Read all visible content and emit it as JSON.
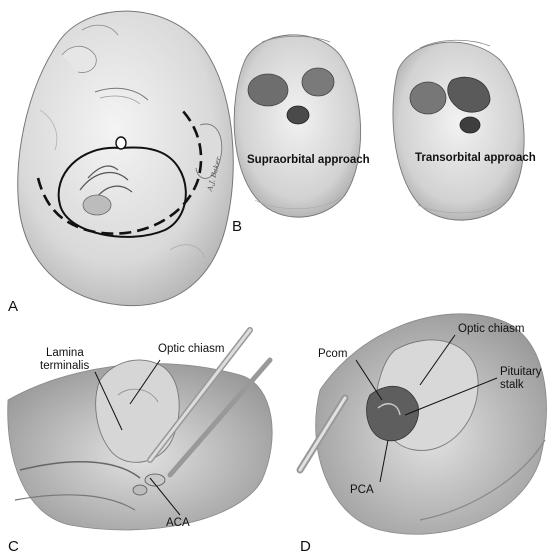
{
  "panels": {
    "a": {
      "letter": "A"
    },
    "b": {
      "letter": "B",
      "approaches": [
        "Supraorbital approach",
        "Transorbital approach"
      ]
    },
    "c": {
      "letter": "C",
      "labels": {
        "lamina_line1": "Lamina",
        "lamina_line2": "terminalis",
        "optic_chiasm": "Optic chiasm",
        "aca": "ACA"
      }
    },
    "d": {
      "letter": "D",
      "labels": {
        "pcom": "Pcom",
        "optic_chiasm": "Optic chiasm",
        "pituitary_line1": "Pituitary",
        "pituitary_line2": "stalk",
        "pca": "PCA"
      }
    }
  },
  "artist_signature": "A.J. Baker"
}
